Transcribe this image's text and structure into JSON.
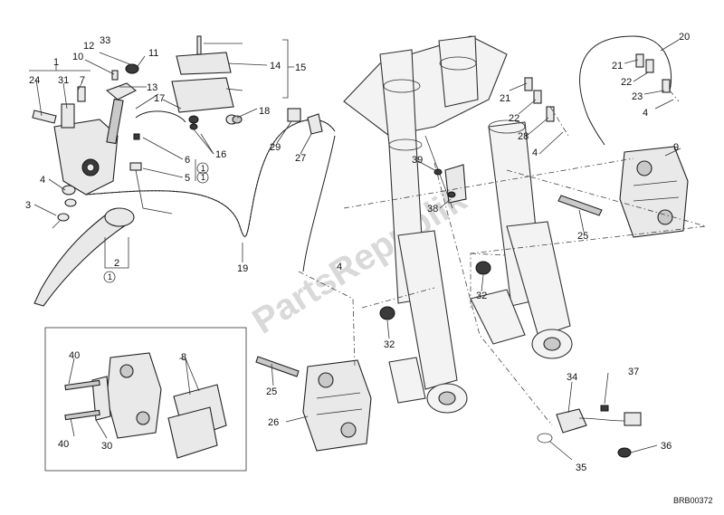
{
  "watermark": "PartsRepublik",
  "drawing_code": "BRB00372",
  "callouts": {
    "c1": "1",
    "c2": "2",
    "c3": "3",
    "c4a": "4",
    "c4b": "4",
    "c4c": "4",
    "c4d": "4",
    "c5": "5",
    "c6": "6",
    "c7": "7",
    "c8": "8",
    "c9": "9",
    "c10": "10",
    "c11": "11",
    "c12": "12",
    "c13": "13",
    "c14": "14",
    "c15": "15",
    "c16": "16",
    "c17": "17",
    "c18": "18",
    "c19": "19",
    "c20": "20",
    "c21a": "21",
    "c21b": "21",
    "c22a": "22",
    "c22b": "22",
    "c23": "23",
    "c24": "24",
    "c25a": "25",
    "c25b": "25",
    "c26": "26",
    "c27": "27",
    "c28": "28",
    "c29": "29",
    "c30": "30",
    "c31": "31",
    "c32a": "32",
    "c32b": "32",
    "c33": "33",
    "c34": "34",
    "c35": "35",
    "c36": "36",
    "c37": "37",
    "c38": "38",
    "c39": "39",
    "c40a": "40",
    "c40b": "40",
    "ref1a": "1",
    "ref1b": "1",
    "ref1c": "1"
  }
}
